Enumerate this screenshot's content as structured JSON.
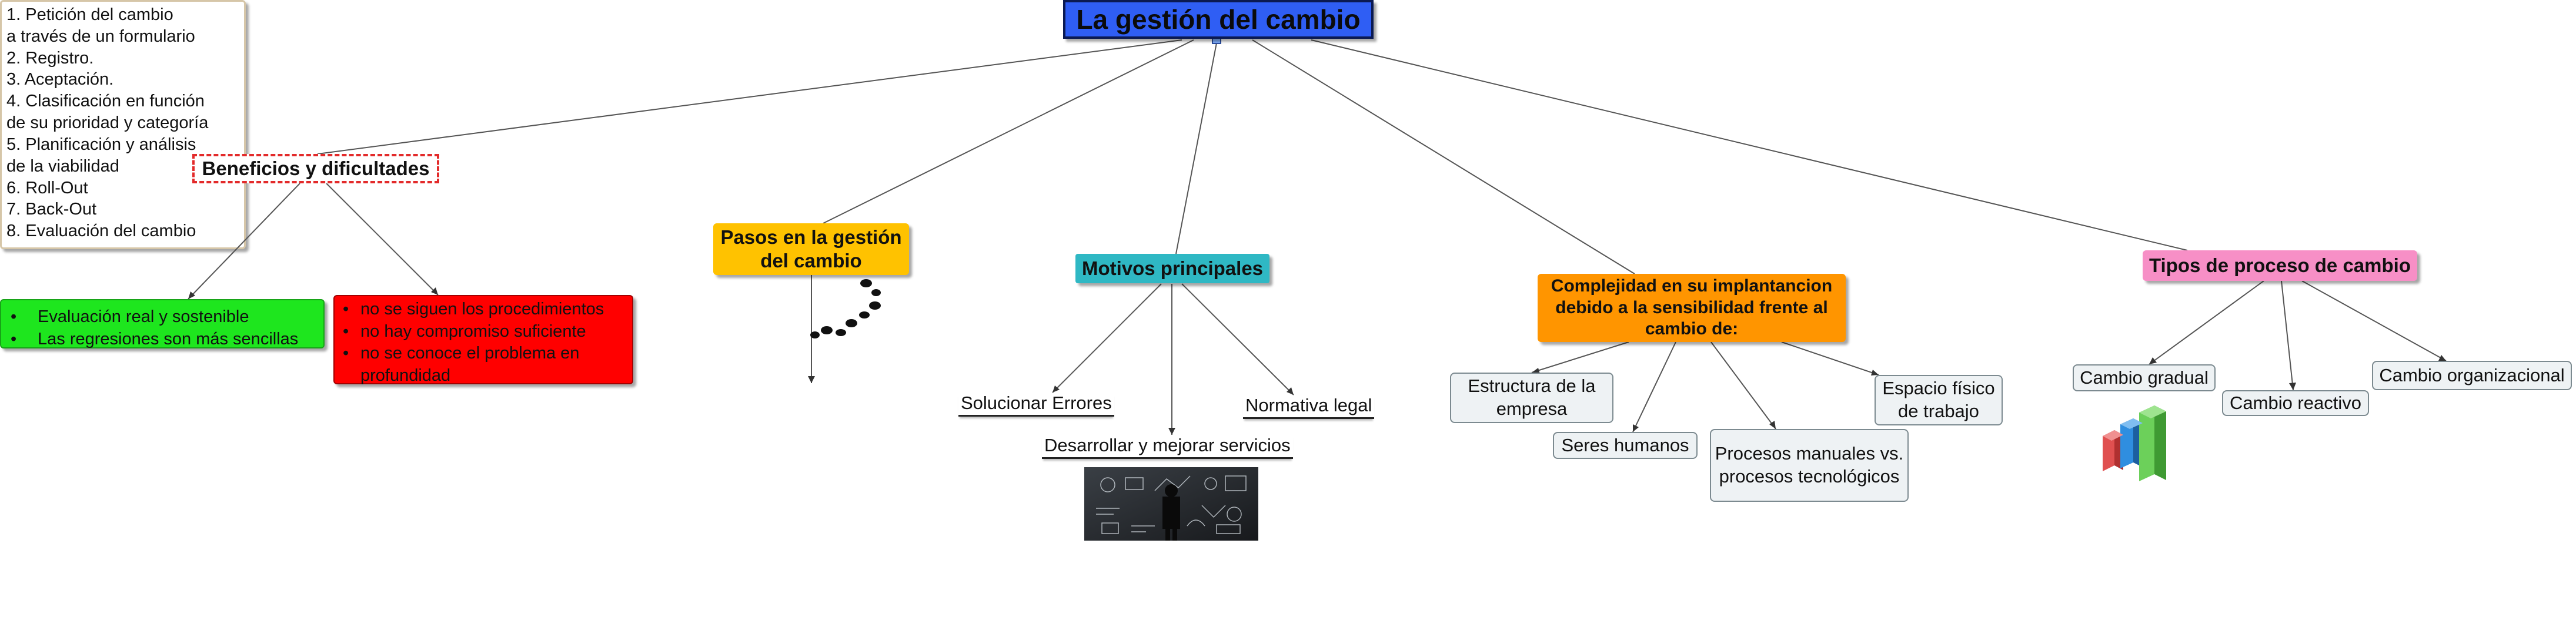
{
  "map": {
    "root": "La gestión del cambio",
    "beneficios": {
      "title": "Beneficios y dificultades",
      "positives": [
        "Evaluación real y sostenible",
        "Las regresiones son más sencillas"
      ],
      "negatives": [
        "no se siguen los procedimientos",
        "no hay compromiso suficiente",
        "no se conoce el problema en profundidad"
      ]
    },
    "pasos": {
      "title": "Pasos en la gestión del cambio",
      "steps": [
        "1. Petición del cambio",
        "a través de un formulario",
        "2. Registro.",
        "3. Aceptación.",
        "4. Clasificación en función",
        "de su prioridad y categoría",
        "5. Planificación y análisis",
        "de la viabilidad",
        "6. Roll-Out",
        "7. Back-Out",
        "8. Evaluación del cambio"
      ]
    },
    "motivos": {
      "title": "Motivos principales",
      "items": [
        "Solucionar Errores",
        "Desarrollar y mejorar servicios",
        "Normativa legal"
      ]
    },
    "complejidad": {
      "title": "Complejidad en su implantancion debido a la sensibilidad frente al cambio de:",
      "items": [
        "Estructura de la empresa",
        "Seres humanos",
        "Procesos manuales vs. procesos tecnológicos",
        "Espacio físico de trabajo"
      ]
    },
    "tipos": {
      "title": "Tipos de proceso de cambio",
      "items": [
        "Cambio gradual",
        "Cambio reactivo",
        "Cambio organizacional"
      ]
    }
  },
  "colors": {
    "root": "#2f5ef4",
    "pasos": "#ffc200",
    "motivos": "#2fb8c4",
    "complejidad": "#ff9500",
    "tipos": "#f78fc6",
    "positives": "#1ee61e",
    "negatives": "#ff0000",
    "beneficios_border": "#e32a2a"
  },
  "icons": [
    "footprints-icon",
    "businessman-chalkboard-image",
    "bar-chart-3d-icon"
  ]
}
